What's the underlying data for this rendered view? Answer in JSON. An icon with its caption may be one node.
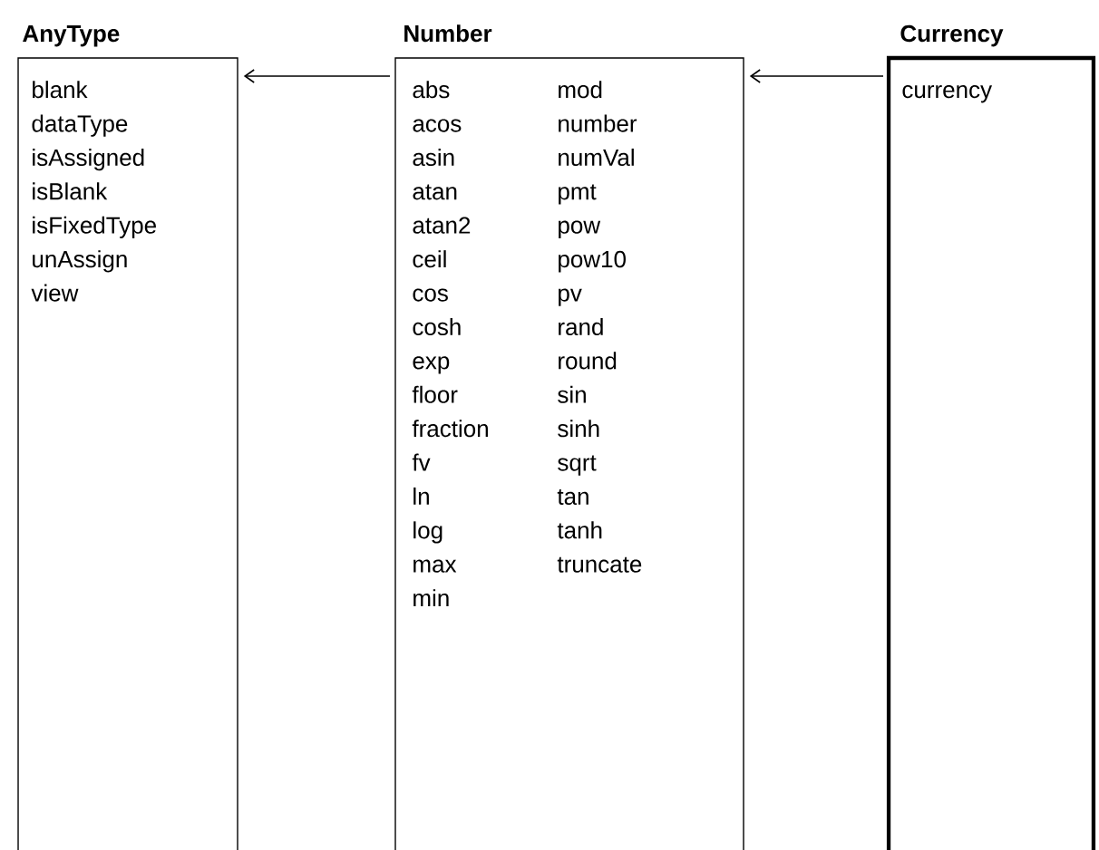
{
  "diagram": {
    "nodes": [
      {
        "text": [
          "AnyType",
          "blank",
          "dataType",
          "isAssigned",
          "isBlank",
          "isFixedType",
          "unAssign",
          "view"
        ]
      },
      {
        "text": [
          "Number",
          "abs",
          "acos",
          "asin",
          "atan",
          "atan2",
          "ceil",
          "cos",
          "cosh",
          "exp",
          "floor",
          "fraction",
          "fv",
          "ln",
          "log",
          "max",
          "min",
          "mod",
          "number",
          "numVal",
          "pmt",
          "pow",
          "pow10",
          "pv",
          "rand",
          "round",
          "sin",
          "sinh",
          "sqrt",
          "tan",
          "tanh",
          "truncate"
        ]
      },
      {
        "text": [
          "Currency",
          "currency"
        ]
      }
    ],
    "edges": [
      {
        "from": 1,
        "to": 0,
        "arrow": "to"
      },
      {
        "from": 2,
        "to": 1,
        "arrow": "to"
      }
    ]
  }
}
